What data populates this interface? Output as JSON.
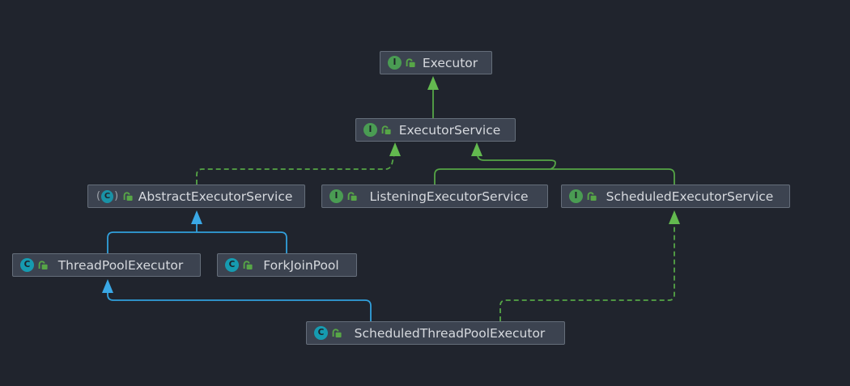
{
  "diagram": {
    "type": "uml-class-diagram",
    "subject": "java.util.concurrent Executor hierarchy",
    "colors": {
      "background": "#20242d",
      "node_fill": "#3c4350",
      "node_border": "#656e7a",
      "node_text": "#d6d9de",
      "inheritance_green": "#55a546",
      "inheritance_blue": "#31a0dc",
      "arrow_green": "#63b94f",
      "arrow_blue": "#3aa8e6",
      "interface_icon_bg": "#4a9c53",
      "class_icon_bg": "#169bb0",
      "icon_letter": "#1d2229",
      "abstract_paren": "#9da3ab",
      "lock_icon": "#57a647"
    },
    "icons": {
      "interface_letter": "I",
      "class_letter": "C",
      "abstract_paren_open": "(",
      "abstract_paren_close": ")"
    },
    "nodes": {
      "executor": {
        "label": "Executor",
        "kind": "interface",
        "visibility": "public"
      },
      "executor_service": {
        "label": "ExecutorService",
        "kind": "interface",
        "visibility": "public"
      },
      "abstract_executor_service": {
        "label": "AbstractExecutorService",
        "kind": "abstract-class",
        "visibility": "public"
      },
      "listening_executor_service": {
        "label": "ListeningExecutorService",
        "kind": "interface",
        "visibility": "public"
      },
      "scheduled_executor_service": {
        "label": "ScheduledExecutorService",
        "kind": "interface",
        "visibility": "public"
      },
      "thread_pool_executor": {
        "label": "ThreadPoolExecutor",
        "kind": "class",
        "visibility": "public"
      },
      "fork_join_pool": {
        "label": "ForkJoinPool",
        "kind": "class",
        "visibility": "public"
      },
      "scheduled_thread_pool_executor": {
        "label": "ScheduledThreadPoolExecutor",
        "kind": "class",
        "visibility": "public"
      }
    },
    "edges": [
      {
        "from": "ExecutorService",
        "to": "Executor",
        "relation": "extends",
        "line": "solid",
        "color": "green"
      },
      {
        "from": "AbstractExecutorService",
        "to": "ExecutorService",
        "relation": "implements",
        "line": "dashed",
        "color": "green"
      },
      {
        "from": "ListeningExecutorService",
        "to": "ExecutorService",
        "relation": "extends",
        "line": "solid",
        "color": "green"
      },
      {
        "from": "ScheduledExecutorService",
        "to": "ExecutorService",
        "relation": "extends",
        "line": "solid",
        "color": "green"
      },
      {
        "from": "ThreadPoolExecutor",
        "to": "AbstractExecutorService",
        "relation": "extends",
        "line": "solid",
        "color": "blue"
      },
      {
        "from": "ForkJoinPool",
        "to": "AbstractExecutorService",
        "relation": "extends",
        "line": "solid",
        "color": "blue"
      },
      {
        "from": "ScheduledThreadPoolExecutor",
        "to": "ThreadPoolExecutor",
        "relation": "extends",
        "line": "solid",
        "color": "blue"
      },
      {
        "from": "ScheduledThreadPoolExecutor",
        "to": "ScheduledExecutorService",
        "relation": "implements",
        "line": "dashed",
        "color": "green"
      }
    ]
  }
}
